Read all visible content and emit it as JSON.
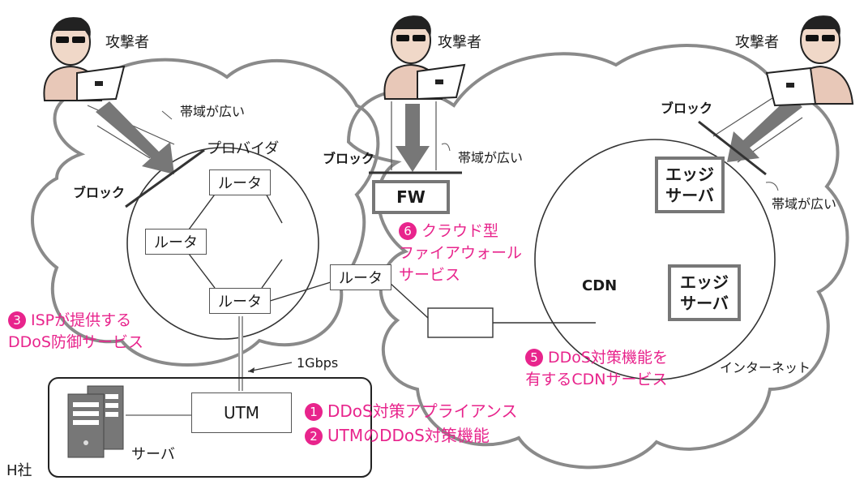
{
  "attackers": [
    {
      "label": "攻撃者"
    },
    {
      "label": "攻撃者"
    },
    {
      "label": "攻撃者"
    }
  ],
  "annotations": {
    "block": "ブロック",
    "wide_band": "帯域が広い",
    "provider": "プロバイダ",
    "internet": "インターネット",
    "cdn": "CDN",
    "link_speed": "1Gbps",
    "company": "H社"
  },
  "nodes": {
    "router": "ルータ",
    "fw": "FW",
    "edge_server": "エッジ\nサーバ",
    "utm": "UTM",
    "server": "サーバ"
  },
  "measures": [
    {
      "num": "3",
      "lines": [
        "ISPが提供する",
        "DDoS防御サービス"
      ]
    },
    {
      "num": "6",
      "lines": [
        "クラウド型",
        "ファイアウォール",
        "サービス"
      ]
    },
    {
      "num": "5",
      "lines": [
        "DDoS対策機能を",
        "有するCDNサービス"
      ]
    },
    {
      "num": "1",
      "lines": [
        "DDoS対策アプライアンス"
      ]
    },
    {
      "num": "2",
      "lines": [
        "UTMのDDoS対策機能"
      ]
    }
  ],
  "colors": {
    "accent": "#e8248c",
    "line": "#555555",
    "cloud": "#888888"
  }
}
